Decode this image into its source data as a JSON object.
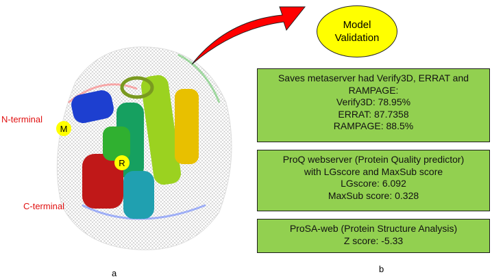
{
  "panel_a": {
    "caption": "a",
    "n_terminal": "N-terminal",
    "c_terminal": "C-terminal",
    "marker_m": "M",
    "marker_r": "R"
  },
  "panel_b": {
    "caption": "b",
    "title_lines": [
      "Model",
      "Validation"
    ],
    "boxes": [
      {
        "lines": [
          "Saves metaserver had Verify3D, ERRAT and",
          "RAMPAGE:",
          "Verify3D: 78.95%",
          "ERRAT: 87.7358",
          "RAMPAGE: 88.5%"
        ]
      },
      {
        "lines": [
          "ProQ webserver (Protein Quality predictor)",
          "with LGscore and MaxSub score",
          "LGscore: 6.092",
          "MaxSub score: 0.328"
        ]
      },
      {
        "lines": [
          "ProSA-web (Protein Structure Analysis)",
          "Z score: -5.33"
        ]
      }
    ]
  },
  "colors": {
    "box_fill": "#92d050",
    "ellipse_fill": "#ffff00",
    "arrow": "#ff0000",
    "terminal_label": "#e01010"
  }
}
